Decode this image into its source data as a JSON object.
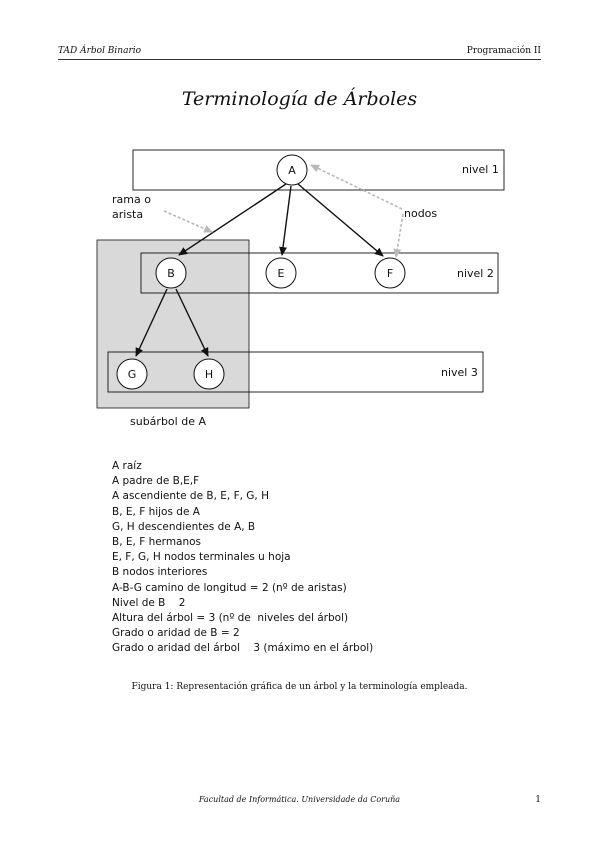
{
  "header": {
    "left": "TAD Árbol Binario",
    "right": "Programación II"
  },
  "title": "Terminología de Árboles",
  "diagram": {
    "nodes": {
      "A": "A",
      "B": "B",
      "E": "E",
      "F": "F",
      "G": "G",
      "H": "H"
    },
    "labels": {
      "nivel1": "nivel 1",
      "nivel2": "nivel 2",
      "nivel3": "nivel 3",
      "rama_line1": "rama o",
      "rama_line2": "arista",
      "nodos": "nodos",
      "subarbol": "subárbol de A"
    },
    "colors": {
      "subtree_fill": "#d9d9da",
      "pointer_arrows": "#b8b8b8"
    }
  },
  "terms": [
    "A raíz",
    "A padre de B,E,F",
    "A ascendiente de B, E, F, G, H",
    "B, E, F hijos de A",
    "G, H descendientes de A, B",
    "B, E, F hermanos",
    "E, F, G, H nodos terminales u hoja",
    "B nodos interiores",
    "A-B-G camino de longitud = 2 (nº de aristas)",
    "Nivel de B    2",
    "Altura del árbol = 3 (nº de  niveles del árbol)",
    "Grado o aridad de B = 2",
    "Grado o aridad del árbol    3 (máximo en el árbol)"
  ],
  "caption": "Figura 1: Representación gráfica de un árbol y la terminología empleada.",
  "footer": {
    "text": "Facultad de Informática. Universidade da Coruña",
    "page": "1"
  }
}
